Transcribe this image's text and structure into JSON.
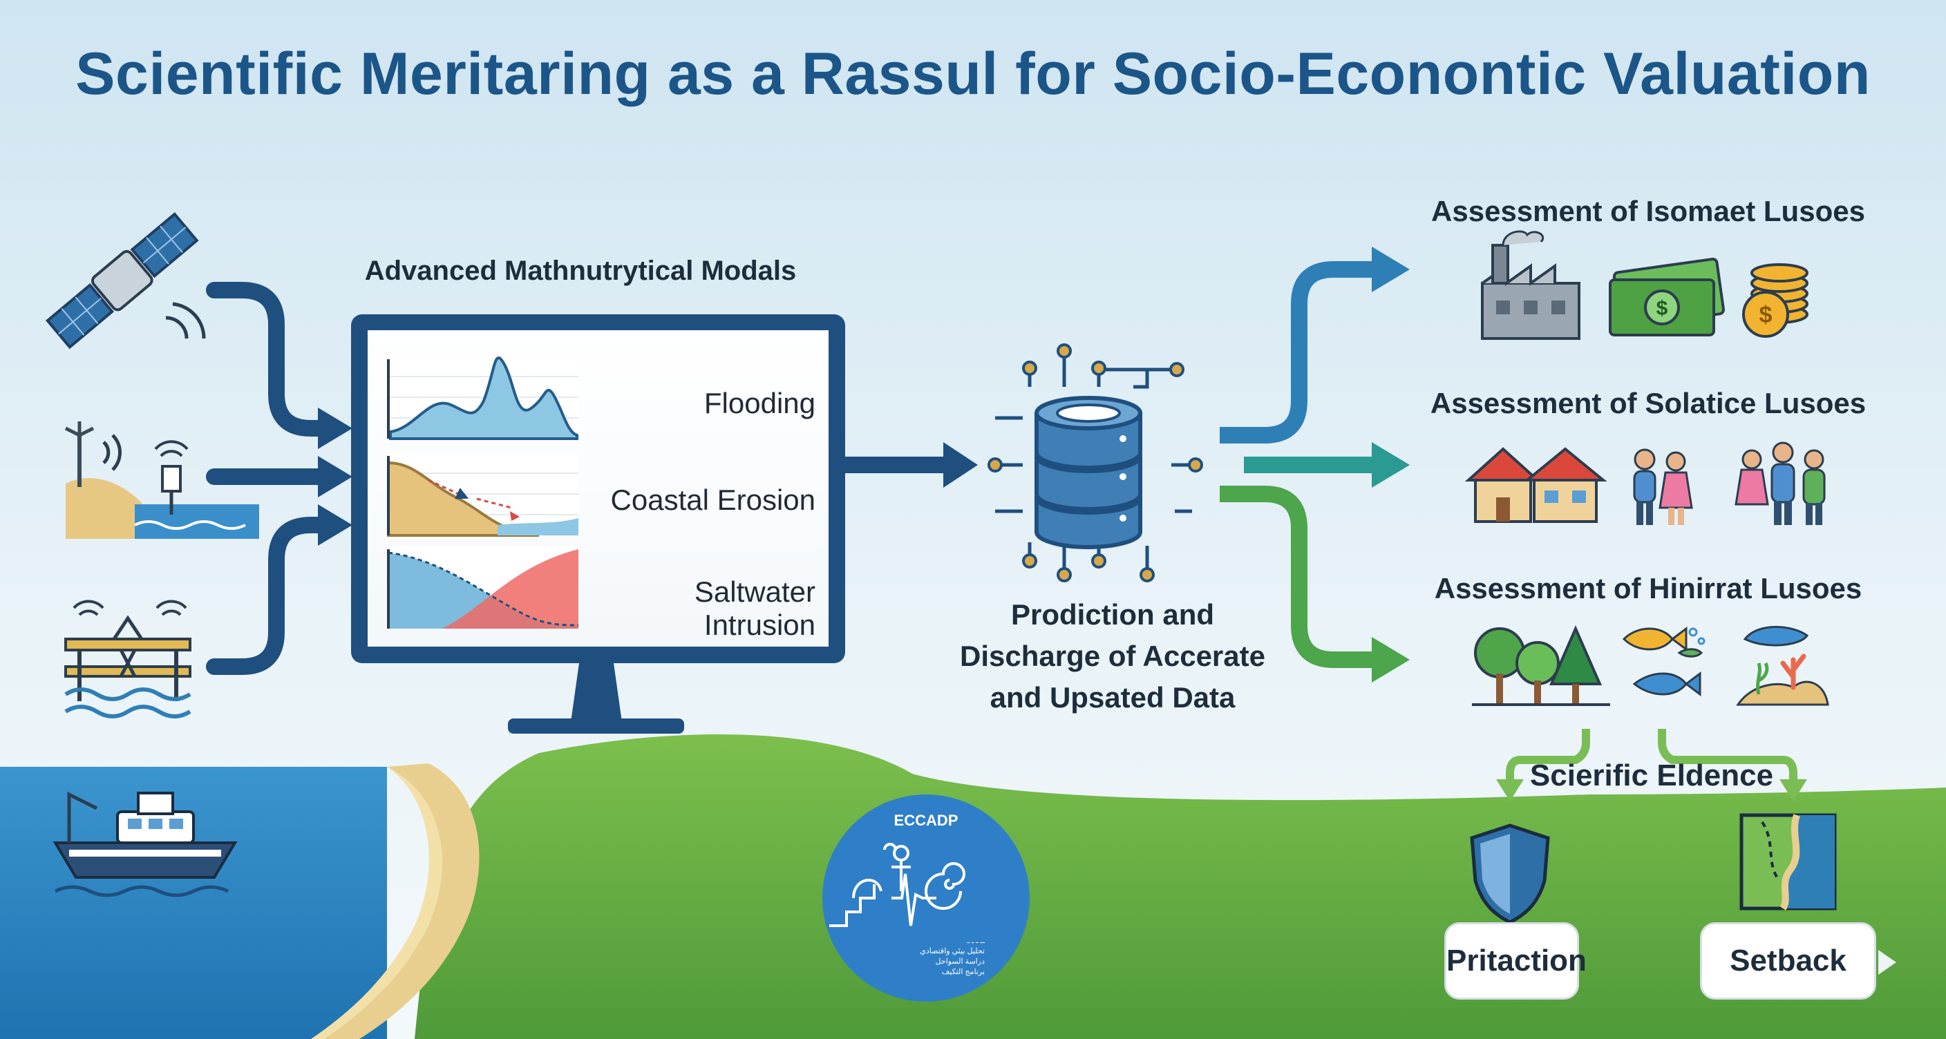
{
  "title": "Scientific Meritaring as a Rassul for Socio-Econontic Valuation",
  "models": {
    "title": "Advanced Mathnutrytical Modals",
    "items": [
      "Flooding",
      "Coastal Erosion",
      "Saltwater Intrusion"
    ]
  },
  "database": {
    "label_lines": [
      "Prodiction and",
      "Discharge of Accerate",
      "and Upsated Data"
    ]
  },
  "assessments": [
    {
      "title": "Assessment of Isomaet Lusoes",
      "icons": [
        "factory-icon",
        "banknotes-icon",
        "coins-icon"
      ]
    },
    {
      "title": "Assessment of Solatice Lusoes",
      "icons": [
        "houses-icon",
        "couple-icon",
        "family-icon"
      ]
    },
    {
      "title": "Assessment of Hinirrat Lusoes",
      "icons": [
        "trees-icon",
        "fish-icon",
        "coral-reef-icon"
      ]
    }
  ],
  "evidence": {
    "label": "Scierific Eldence"
  },
  "actions": {
    "protection": "Pritaction",
    "setback": "Setback"
  },
  "logo": {
    "name": "ECCADP",
    "lines": [
      "ــ ـ ـ ـ",
      "ﺗﺤﻠﻴﻞ ﺑﻴﺌﻲ ﻭﺍﻗﺘﺼﺎﺩﻱ",
      "ﺩﺭﺍﺳﺔ ﺍﻟﺴﻮﺍﺣﻞ",
      "ﺑﺮﻧﺎﻣﺞ ﺍﻟﺘﻜﻴﻒ"
    ]
  },
  "colors": {
    "title": "#1c5588",
    "arrow_dark": "#1f4f7f",
    "arrow_blue": "#2f7fb7",
    "arrow_teal": "#2a9a93",
    "arrow_green": "#4da54c",
    "land": "#69b043",
    "sea": "#2d86c4"
  }
}
